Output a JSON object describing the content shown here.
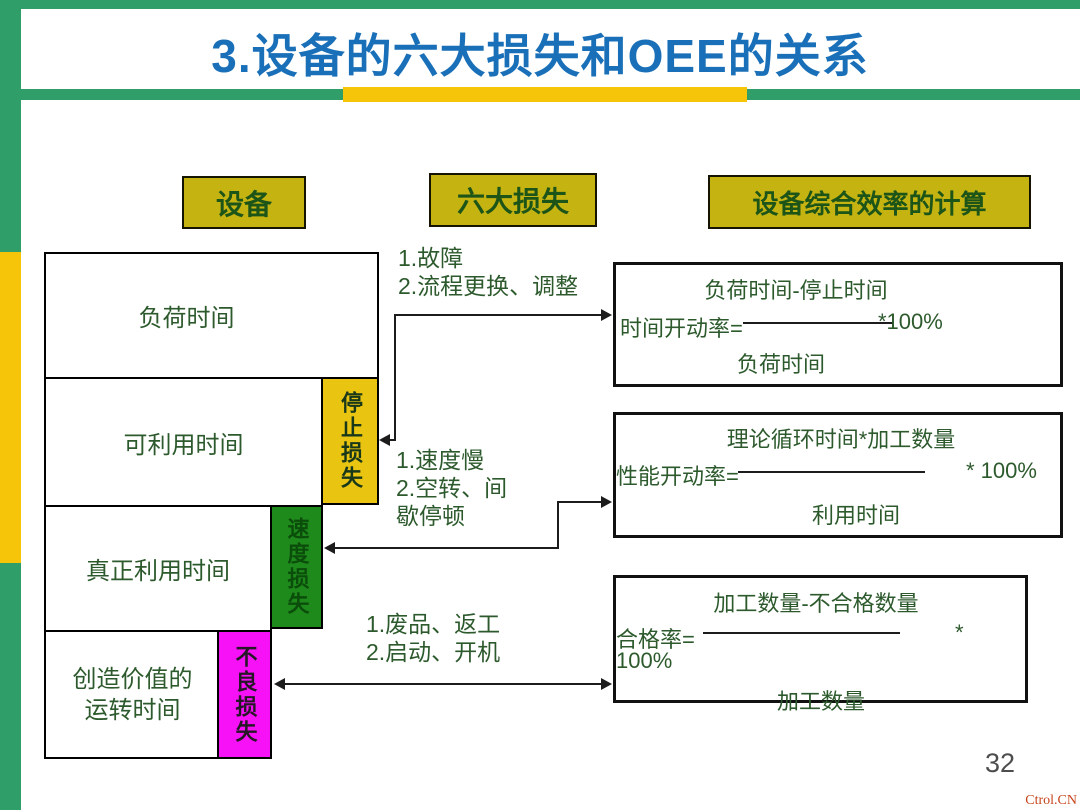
{
  "slide": {
    "title": "3.设备的六大损失和OEE的关系",
    "page_number": "32",
    "watermark": "Ctrol.CN"
  },
  "headers": {
    "equipment": "设备",
    "six_losses": "六大损失",
    "oee_calculation": "设备综合效率的计算"
  },
  "waterfall": {
    "row1_label": "负荷时间",
    "row2_label": "可利用时间",
    "row3_label": "真正利用时间",
    "row4_label_line1": "创造价值的",
    "row4_label_line2": "运转时间",
    "loss_stop": "停止损失",
    "loss_speed": "速度损失",
    "loss_defect": "不良损失"
  },
  "annotations": {
    "breakdown_line1": "1.故障",
    "breakdown_line2": "2.流程更换、调整",
    "speed_line1": "1.速度慢",
    "speed_line2": "2.空转、间",
    "speed_line3": "歇停顿",
    "defect_line1": "1.废品、返工",
    "defect_line2": "2.启动、开机"
  },
  "formulas": {
    "availability": {
      "lhs": "时间开动率=",
      "numerator": "负荷时间-停止时间",
      "denominator": "负荷时间",
      "multiplier": "*100%"
    },
    "performance": {
      "lhs": "性能开动率=",
      "numerator": "理论循环时间*加工数量",
      "denominator": "利用时间",
      "multiplier": "* 100%"
    },
    "quality": {
      "lhs": "合格率=",
      "numerator": "加工数量-不合格数量",
      "denominator": "加工数量",
      "multiplier_star": "*",
      "multiplier_pct": "100%"
    }
  },
  "colors": {
    "accent_green": "#2f9e68",
    "accent_yellow": "#f6c50a",
    "header_olive": "#c5b312",
    "loss_stop_yellow": "#e9c411",
    "loss_speed_green": "#1f8a1c",
    "loss_defect_magenta": "#f711f7",
    "title_blue": "#1a70b8",
    "text_dark_green": "#2d5a2d"
  }
}
